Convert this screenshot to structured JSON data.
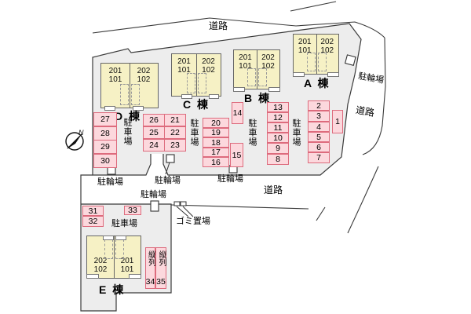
{
  "labels": {
    "road": "道路",
    "car_park": "駐車場",
    "bicycle_park": "駐輪場",
    "garbage": "ゴミ置場"
  },
  "compass": {
    "north": "N"
  },
  "buildings": [
    {
      "name": "A 棟",
      "left": [
        "201",
        "101"
      ],
      "right": [
        "202",
        "102"
      ]
    },
    {
      "name": "B 棟",
      "left": [
        "201",
        "101"
      ],
      "right": [
        "202",
        "102"
      ]
    },
    {
      "name": "C 棟",
      "left": [
        "201",
        "101"
      ],
      "right": [
        "202",
        "102"
      ]
    },
    {
      "name": "D 棟",
      "left": [
        "201",
        "101"
      ],
      "right": [
        "202",
        "102"
      ]
    },
    {
      "name": "E 棟",
      "left": [
        "202",
        "102"
      ],
      "right": [
        "201",
        "101"
      ]
    }
  ],
  "parking": {
    "left_column": [
      "27",
      "28",
      "29",
      "30"
    ],
    "double": [
      [
        "26",
        "21"
      ],
      [
        "25",
        "22"
      ],
      [
        "24",
        "23"
      ]
    ],
    "c_column": [
      "20",
      "19",
      "18",
      "17",
      "16"
    ],
    "b_column": [
      "13",
      "12",
      "11",
      "10",
      "9",
      "8"
    ],
    "a_column": [
      "2",
      "3",
      "4",
      "5",
      "6",
      "7"
    ],
    "singles": {
      "s14": "14",
      "s15": "15",
      "s1": "1"
    },
    "lower_column": [
      "31",
      "32"
    ],
    "s33": "33",
    "tandem_label": "縦列",
    "tandem_numbers": [
      "34",
      "35"
    ]
  },
  "colors": {
    "site_fill": "#ededed",
    "building_fill": "#f6f1c5",
    "stall_fill": "#fcd8dd",
    "stall_border": "#dd6b7d",
    "line": "#3a3a3a"
  }
}
